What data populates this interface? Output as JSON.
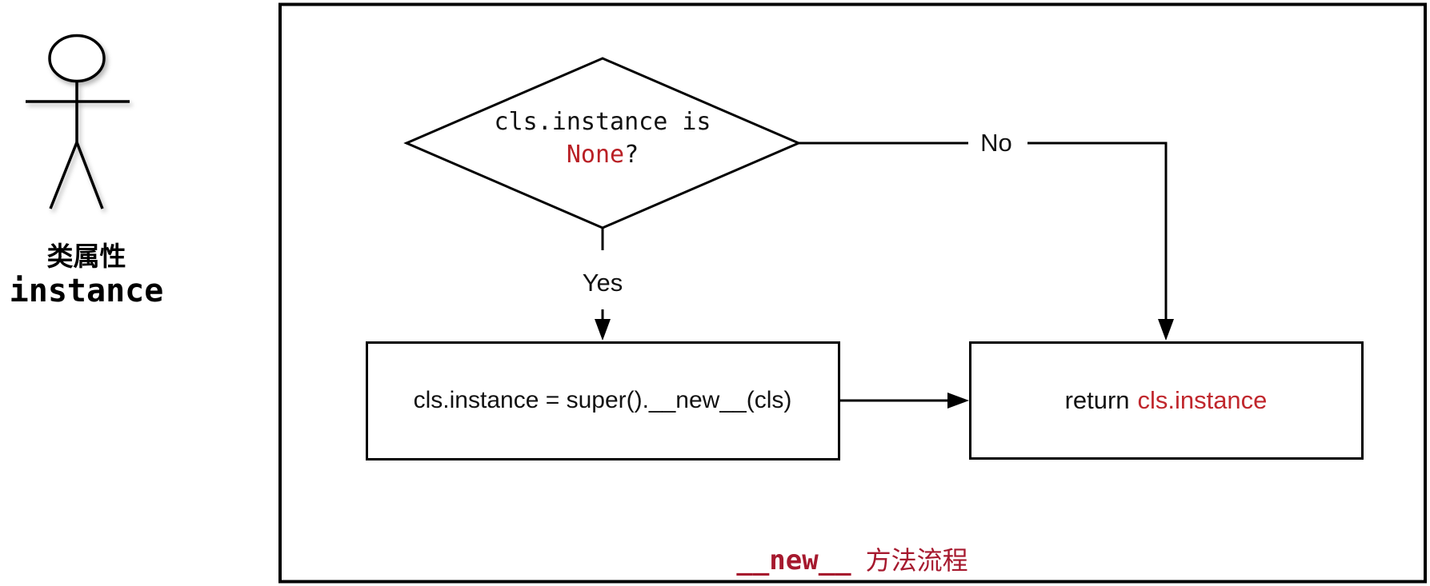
{
  "colors": {
    "stroke": "#000000",
    "background": "#ffffff",
    "decision_highlight_red": "#b92025",
    "return_highlight_red": "#c0272d",
    "caption_red": "#a6192e"
  },
  "actor": {
    "icon": "stick-figure-icon",
    "name_line1": "类属性",
    "name_line2": "instance"
  },
  "diagram": {
    "decision": {
      "line1": "cls.instance is",
      "highlight": "None",
      "suffix": "?"
    },
    "branch_yes": "Yes",
    "branch_no": "No",
    "process": "cls.instance = super().__new__(cls)",
    "return": {
      "prefix": "return",
      "highlight": "cls.instance"
    },
    "caption": {
      "code": "__new__",
      "text": "方法流程"
    }
  }
}
